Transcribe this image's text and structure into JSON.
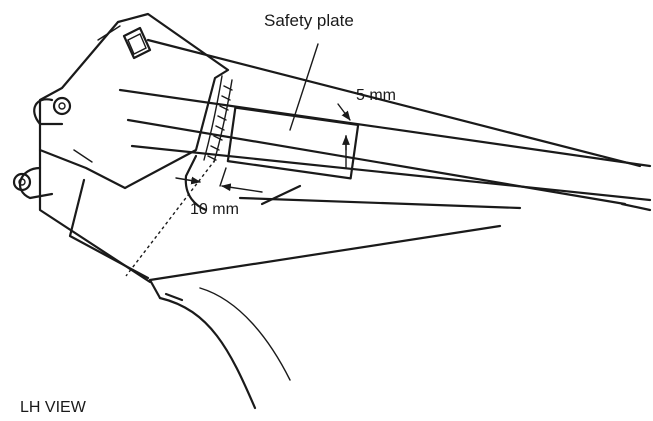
{
  "labels": {
    "safety_plate": "Safety plate",
    "dim_5mm": "5 mm",
    "dim_10mm": "10 mm",
    "view": "LH VIEW"
  },
  "colors": {
    "ink": "#1a1a1a",
    "background": "#ffffff"
  }
}
